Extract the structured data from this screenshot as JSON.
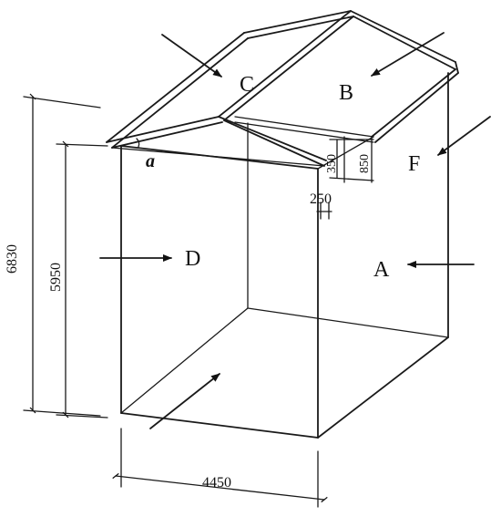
{
  "surfaces": {
    "a_label": "A",
    "b_label": "B",
    "c_label": "C",
    "d_label": "D",
    "f_label": "F",
    "angle_label": "a"
  },
  "dimensions": {
    "total_height": "6830",
    "wall_height": "5950",
    "width": "4450",
    "eave_width": "250",
    "dim_350": "350",
    "dim_850": "850"
  }
}
